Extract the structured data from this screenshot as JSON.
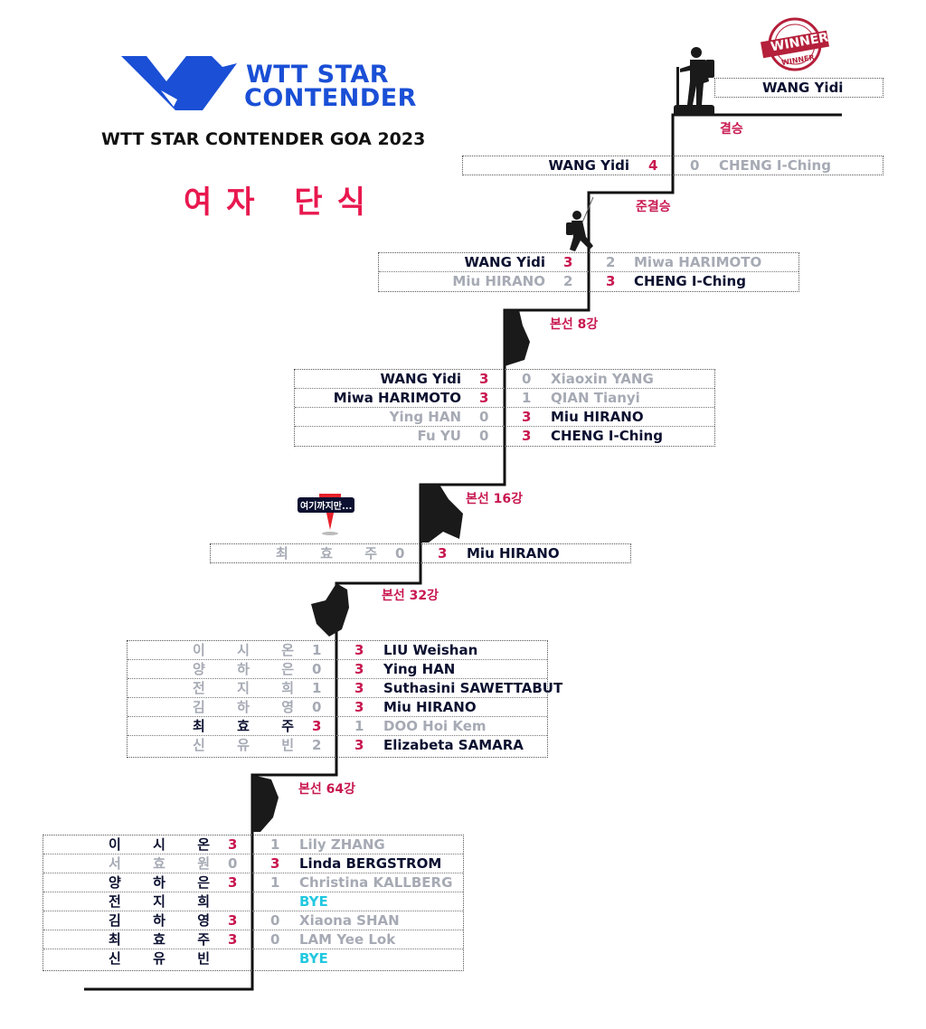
{
  "brand": {
    "logo_line1": "WTT STAR",
    "logo_line2": "CONTENDER",
    "brand_color": "#1a4fd6"
  },
  "event_title": "WTT STAR CONTENDER GOA 2023",
  "category": "여자 단식",
  "colors": {
    "accent": "#c81850",
    "winner_text": "#0b1030",
    "loser_text": "#a6aab4",
    "bye": "#22c8e0"
  },
  "champion": {
    "name": "WANG Yidi",
    "badge_top": "WINNER",
    "badge_bottom": "WINNER",
    "badge_icon": "winner-stamp-icon"
  },
  "stages": {
    "final": "결승",
    "semi": "준결승",
    "qf": "본선 8강",
    "r16": "본선 16강",
    "r32": "본선 32강",
    "r64": "본선 64강"
  },
  "marker": {
    "text": "여기까지만...",
    "icon": "map-pin-icon"
  },
  "final_match": {
    "left": "WANG Yidi",
    "ls": "4",
    "rs": "0",
    "right": "CHENG I-Ching"
  },
  "semi_matches": [
    {
      "left": "WANG Yidi",
      "ls": "3",
      "rs": "2",
      "right": "Miwa HARIMOTO",
      "left_win": true
    },
    {
      "left": "Miu HIRANO",
      "ls": "2",
      "rs": "3",
      "right": "CHENG I-Ching",
      "left_win": false
    }
  ],
  "qf_matches": [
    {
      "left": "WANG Yidi",
      "ls": "3",
      "rs": "0",
      "right": "Xiaoxin YANG",
      "left_win": true
    },
    {
      "left": "Miwa HARIMOTO",
      "ls": "3",
      "rs": "1",
      "right": "QIAN Tianyi",
      "left_win": true
    },
    {
      "left": "Ying HAN",
      "ls": "0",
      "rs": "3",
      "right": "Miu HIRANO",
      "left_win": false
    },
    {
      "left": "Fu YU",
      "ls": "0",
      "rs": "3",
      "right": "CHENG I-Ching",
      "left_win": false
    }
  ],
  "r16_match": {
    "left": [
      "최",
      "효",
      "주"
    ],
    "ls": "0",
    "rs": "3",
    "right": "Miu HIRANO"
  },
  "r32_matches": [
    {
      "left": [
        "이",
        "시",
        "온"
      ],
      "ls": "1",
      "rs": "3",
      "right": "LIU Weishan",
      "left_win": false
    },
    {
      "left": [
        "양",
        "하",
        "은"
      ],
      "ls": "0",
      "rs": "3",
      "right": "Ying HAN",
      "left_win": false
    },
    {
      "left": [
        "전",
        "지",
        "희"
      ],
      "ls": "1",
      "rs": "3",
      "right": "Suthasini SAWETTABUT",
      "left_win": false
    },
    {
      "left": [
        "김",
        "하",
        "영"
      ],
      "ls": "0",
      "rs": "3",
      "right": "Miu HIRANO",
      "left_win": false
    },
    {
      "left": [
        "최",
        "효",
        "주"
      ],
      "ls": "3",
      "rs": "1",
      "right": "DOO Hoi Kem",
      "left_win": true
    },
    {
      "left": [
        "신",
        "유",
        "빈"
      ],
      "ls": "2",
      "rs": "3",
      "right": "Elizabeta SAMARA",
      "left_win": false
    }
  ],
  "r64_matches": [
    {
      "left": [
        "이",
        "시",
        "온"
      ],
      "ls": "3",
      "rs": "1",
      "right": "Lily ZHANG",
      "left_win": true,
      "bye": false
    },
    {
      "left": [
        "서",
        "효",
        "원"
      ],
      "ls": "0",
      "rs": "3",
      "right": "Linda BERGSTROM",
      "left_win": false,
      "bye": false
    },
    {
      "left": [
        "양",
        "하",
        "은"
      ],
      "ls": "3",
      "rs": "1",
      "right": "Christina KALLBERG",
      "left_win": true,
      "bye": false
    },
    {
      "left": [
        "전",
        "지",
        "희"
      ],
      "ls": "",
      "rs": "",
      "right": "BYE",
      "left_win": true,
      "bye": true
    },
    {
      "left": [
        "김",
        "하",
        "영"
      ],
      "ls": "3",
      "rs": "0",
      "right": "Xiaona SHAN",
      "left_win": true,
      "bye": false
    },
    {
      "left": [
        "최",
        "효",
        "주"
      ],
      "ls": "3",
      "rs": "0",
      "right": "LAM Yee Lok",
      "left_win": true,
      "bye": false
    },
    {
      "left": [
        "신",
        "유",
        "빈"
      ],
      "ls": "",
      "rs": "",
      "right": "BYE",
      "left_win": true,
      "bye": true
    }
  ],
  "climber_icons": [
    "climber-summit-icon",
    "climber-rope-icon",
    "climber-wall-icon"
  ]
}
